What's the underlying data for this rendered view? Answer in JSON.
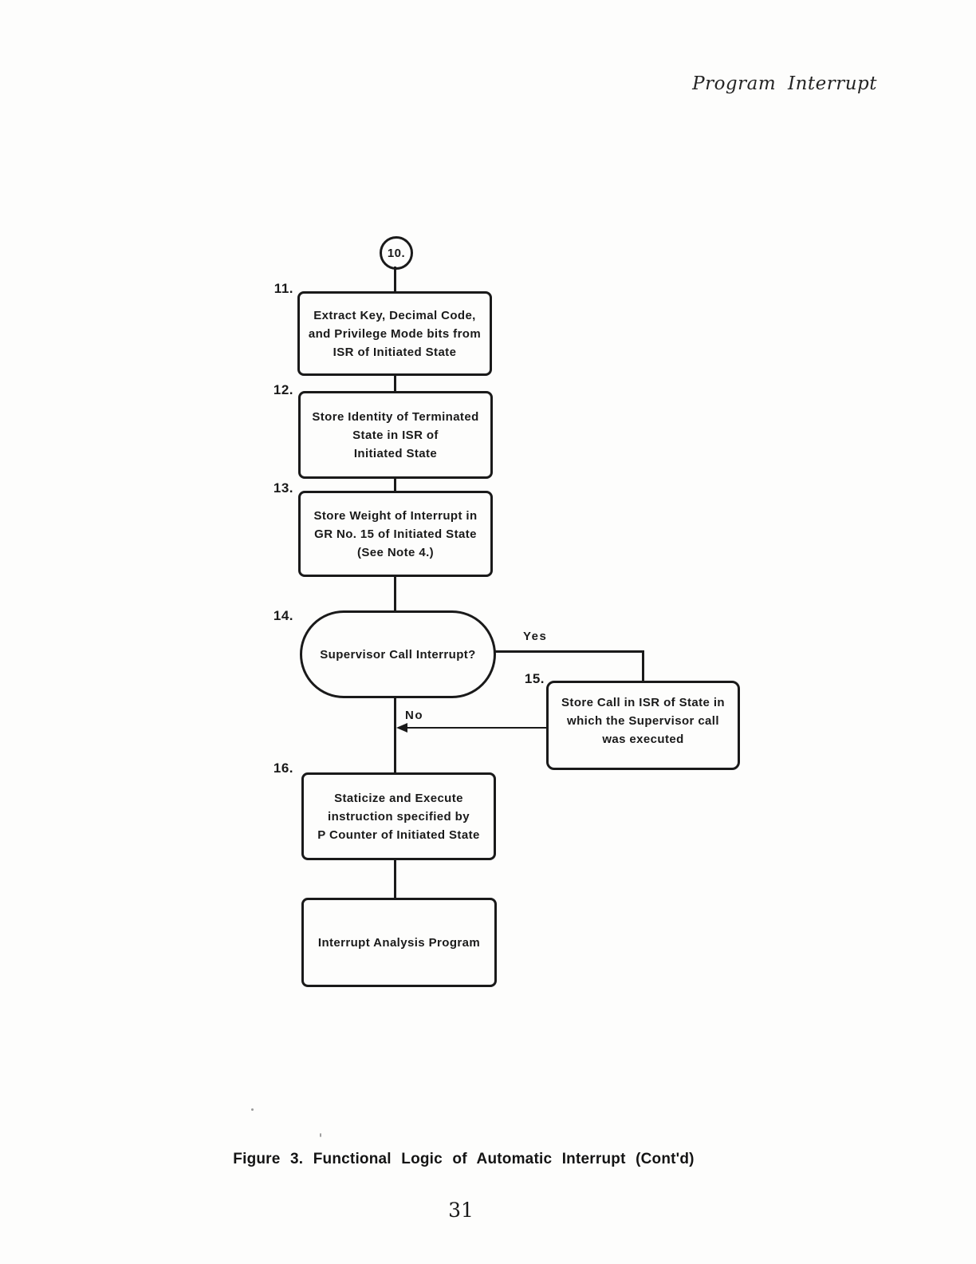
{
  "page": {
    "header": "Program Interrupt",
    "caption": "Figure 3. Functional Logic of Automatic Interrupt (Cont'd)",
    "page_number": "31"
  },
  "flowchart": {
    "entry_connector": {
      "label": "10."
    },
    "branch_labels": {
      "yes": "Yes",
      "no": "No"
    },
    "colors": {
      "ink": "#1a1a1a",
      "paper": "#fdfdfc"
    },
    "nodes": [
      {
        "label": "11.",
        "type": "process",
        "lines": [
          "Extract Key, Decimal Code,",
          "and Privilege Mode bits from",
          "ISR of Initiated State"
        ]
      },
      {
        "label": "12.",
        "type": "process",
        "lines": [
          "Store Identity of Terminated",
          "State in ISR of",
          "Initiated State"
        ]
      },
      {
        "label": "13.",
        "type": "process",
        "lines": [
          "Store Weight of Interrupt in",
          "GR No. 15 of Initiated State",
          "(See Note 4.)"
        ]
      },
      {
        "label": "14.",
        "type": "decision",
        "lines": [
          "Supervisor Call Interrupt?"
        ]
      },
      {
        "label": "15.",
        "type": "process",
        "lines": [
          "Store Call in ISR of State in",
          "which the Supervisor call",
          "was executed"
        ]
      },
      {
        "label": "16.",
        "type": "process",
        "lines": [
          "Staticize and Execute",
          "instruction specified by",
          "P Counter of Initiated State"
        ]
      },
      {
        "label": "",
        "type": "process",
        "lines": [
          "Interrupt Analysis Program"
        ]
      }
    ]
  }
}
